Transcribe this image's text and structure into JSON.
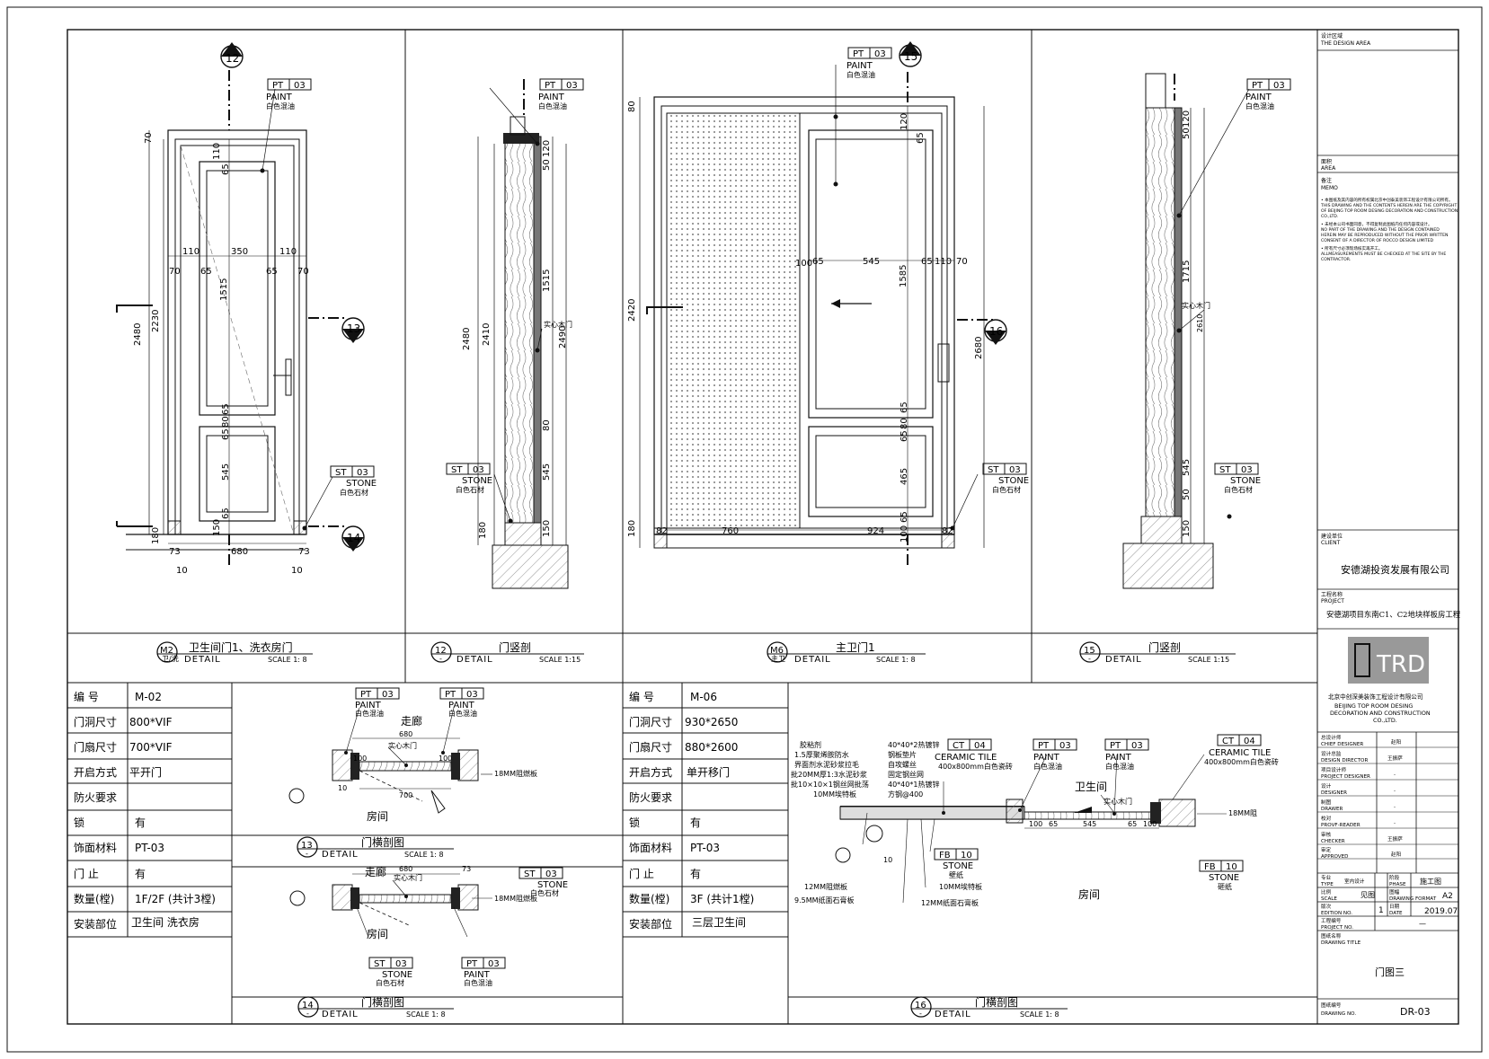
{
  "sheet": {
    "views": [
      {
        "id": "M2",
        "badge": "M2",
        "sub": "卫/洗",
        "title": "卫生间门1、洗衣房门",
        "detail": "DETAIL",
        "scale": "SCALE 1: 8"
      },
      {
        "id": "12",
        "badge": "12",
        "sub": "-",
        "title": "门竖剖",
        "detail": "DETAIL",
        "scale": "SCALE 1:15"
      },
      {
        "id": "M6",
        "badge": "M6",
        "sub": "主卫",
        "title": "主卫门1",
        "detail": "DETAIL",
        "scale": "SCALE 1: 8"
      },
      {
        "id": "15",
        "badge": "15",
        "sub": "-",
        "title": "门竖剖",
        "detail": "DETAIL",
        "scale": "SCALE 1:15"
      },
      {
        "id": "13",
        "badge": "13",
        "sub": "-",
        "title": "门横剖图",
        "detail": "DETAIL",
        "scale": "SCALE 1: 8"
      },
      {
        "id": "14",
        "badge": "14",
        "sub": "-",
        "title": "门横剖图",
        "detail": "DETAIL",
        "scale": "SCALE 1: 8"
      },
      {
        "id": "16",
        "badge": "16",
        "sub": "-",
        "title": "门横剖图",
        "detail": "DETAIL",
        "scale": "SCALE 1: 8"
      }
    ],
    "materials": {
      "pt": {
        "code": "PT",
        "num": "03",
        "name": "PAINT",
        "cn": "白色混油"
      },
      "st": {
        "code": "ST",
        "num": "03",
        "name": "STONE",
        "cn": "白色石材"
      },
      "ct": {
        "code": "CT",
        "num": "04",
        "name": "CERAMIC TILE",
        "cn": "400x800mm白色瓷砖"
      },
      "fb": {
        "code": "FB",
        "num": "10",
        "name": "STONE",
        "cn_a": "壁纸",
        "cn_b": "砸纸"
      }
    },
    "callouts": {
      "c12": "12",
      "c13": "13",
      "c14": "14",
      "c15": "15",
      "c16": "16"
    },
    "dims_m2": {
      "d70": "70",
      "d110": "110",
      "d65": "65",
      "d350": "350",
      "d1515": "1515",
      "d2480": "2480",
      "d2230": "2230",
      "d80": "80",
      "d545": "545",
      "d150": "150",
      "d180": "180",
      "d73": "73",
      "d680": "680",
      "d10": "10"
    },
    "dims_12": {
      "d2480": "2480",
      "d2410": "2410",
      "d120": "120",
      "d50": "50",
      "d1515": "1515",
      "d2490": "2490",
      "d80": "80",
      "d545": "545",
      "d150": "150",
      "d180": "180",
      "label": "实心木门"
    },
    "dims_m6": {
      "d80": "80",
      "d2420": "2420",
      "d120": "120",
      "d100": "100",
      "d65": "65",
      "d545": "545",
      "d1585": "1585",
      "d110": "110",
      "d70": "70",
      "d2680": "2680",
      "d465": "465",
      "d180": "180",
      "d82": "82",
      "d760": "760",
      "d924": "924"
    },
    "dims_15": {
      "d120": "120",
      "d50": "50",
      "d1715": "1715",
      "d2610": "2610",
      "d545": "545",
      "d150": "150",
      "label": "实心木门"
    },
    "spec_m02": {
      "rows": [
        {
          "k": "编 号",
          "v": "M-02"
        },
        {
          "k": "门洞尺寸",
          "v": "800*VIF"
        },
        {
          "k": "门扇尺寸",
          "v": "700*VIF"
        },
        {
          "k": "开启方式",
          "v": "平开门"
        },
        {
          "k": "防火要求",
          "v": ""
        },
        {
          "k": "锁",
          "v": "有"
        },
        {
          "k": "饰面材料",
          "v": "PT-03"
        },
        {
          "k": "门 止",
          "v": "有"
        },
        {
          "k": "数量(樘)",
          "v": "1F/2F (共计3樘)"
        },
        {
          "k": "安装部位",
          "v": "卫生间 洗衣房"
        }
      ]
    },
    "spec_m06": {
      "rows": [
        {
          "k": "编 号",
          "v": "M-06"
        },
        {
          "k": "门洞尺寸",
          "v": "930*2650"
        },
        {
          "k": "门扇尺寸",
          "v": "880*2600"
        },
        {
          "k": "开启方式",
          "v": "单开移门"
        },
        {
          "k": "防火要求",
          "v": ""
        },
        {
          "k": "锁",
          "v": "有"
        },
        {
          "k": "饰面材料",
          "v": "PT-03"
        },
        {
          "k": "门 止",
          "v": "有"
        },
        {
          "k": "数量(樘)",
          "v": "3F (共计1樘)"
        },
        {
          "k": "安装部位",
          "v": "三层卫生间"
        }
      ]
    },
    "plan13": {
      "corridor": "走廊",
      "room": "房间",
      "door": "实心木门",
      "d680": "680",
      "d700": "700",
      "d100": "100",
      "d10": "10",
      "board": "18MM阻燃板"
    },
    "plan14": {
      "corridor": "走廊",
      "room": "房间",
      "door": "实心木门",
      "d680": "680",
      "d73": "73",
      "board": "18MM阻燃板"
    },
    "plan16": {
      "bath": "卫生间",
      "room": "房间",
      "door": "实心木门",
      "board": "18MM阻",
      "notes_left": [
        "胶粘剂",
        "1.5厚聚烯胺防水",
        "界面剂水泥砂浆拉毛",
        "批20MM厚1:3水泥砂浆",
        "批10×10×1钢丝网批荡",
        "10MM埃特板"
      ],
      "notes_mid": [
        "40*40*2热镀锌",
        "钢板垫片",
        "自攻螺丝",
        "固定钢丝网",
        "40*40*1热镀锌",
        "方钢@400"
      ],
      "b1": "12MM阻燃板",
      "b2": "9.5MM纸面石膏板",
      "b3": "10MM埃特板",
      "b4": "12MM纸面石膏板",
      "d100": "100",
      "d65": "65",
      "d545": "545",
      "d10": "10"
    },
    "titleblock": {
      "design_area_cn": "设计区域",
      "design_area_en": "THE DESIGN AREA",
      "area_cn": "面积",
      "area_en": "AREA",
      "memo_cn": "备注",
      "memo_en": "MEMO",
      "memo_lines": [
        "• 本图纸及其内容的所有权属北京中创泰美装饰工程设计有限公司所有。",
        "THIS DRAWING AND THE CONTENTS HEREIN ARE THE COPYRIGHT",
        "OF BEIJING TOP ROOM DESING DECORATION AND CONSTRUCTION",
        "CO.,LTD.",
        "• 未经本公司书面同意，不得复制此图纸内任何内容或设计。",
        "NO PART OF THE DRAWING AND THE DESIGN CONTAINED",
        "HEREIN MAY BE REPRODUCED WITHOUT THE PRIOR WRITTEN",
        "CONSENT OF A DIRECTOR OF ROCCO DESIGN LIMITED",
        "• 所有尺寸必须现场核实再开工。",
        "ALLMEASUREMENTS MUST BE CHECKED AT THE SITE BY THE",
        "CONTRACTOR."
      ],
      "client_cn": "建设单位",
      "client_en": "CLIENT",
      "client": "安德湖投资发展有限公司",
      "project_cn": "工程名称",
      "project_en": "PROJECT",
      "project": "安德湖项目东南C1、C2地块样板房工程",
      "logo": "TRD",
      "company_cn": "北京中创深美装饰工程设计有限公司",
      "company_en1": "BEIJING TOP ROOM DESING",
      "company_en2": "DECORATION AND CONSTRUCTION",
      "company_en3": "CO.,LTD.",
      "roles": [
        {
          "cn": "总设计师",
          "en": "CHIEF DESIGNER",
          "v": "赵阳"
        },
        {
          "cn": "设计总监",
          "en": "DESIGN DIRECTOR",
          "v": "王振萨"
        },
        {
          "cn": "项目设计师",
          "en": "PROJECT DESIGNER",
          "v": "-"
        },
        {
          "cn": "设计",
          "en": "DESIGNER",
          "v": "-"
        },
        {
          "cn": "制图",
          "en": "DRAWER",
          "v": "-"
        },
        {
          "cn": "校对",
          "en": "PROVF-READER",
          "v": "-"
        },
        {
          "cn": "审核",
          "en": "CHECKER",
          "v": "王振萨"
        },
        {
          "cn": "审定",
          "en": "APPROVED",
          "v": "赵阳"
        }
      ],
      "type_cn": "专业",
      "type_en": "TYPE",
      "type_v": "室内设计",
      "phase_cn": "阶段",
      "phase_en": "PHASE",
      "phase_v": "施工图",
      "scale_cn": "比例",
      "scale_en": "SCALE",
      "scale_v": "见图",
      "format_cn": "图幅",
      "format_en": "DRAWING FORMAT",
      "format_v": "A2",
      "edition_cn": "版次",
      "edition_en": "EDITION NO.",
      "edition_v": "1",
      "date_cn": "日期",
      "date_en": "DATE",
      "date_v": "2019.07",
      "projno_cn": "工程编号",
      "projno_en": "PROJECT NO.",
      "projno_v": "—",
      "title_cn": "图纸名称",
      "title_en": "DRAWING TITLE",
      "title_v": "门图三",
      "dwgno_cn": "图纸编号",
      "dwgno_en": "DRAWING NO.",
      "dwgno_v": "DR-03"
    }
  }
}
